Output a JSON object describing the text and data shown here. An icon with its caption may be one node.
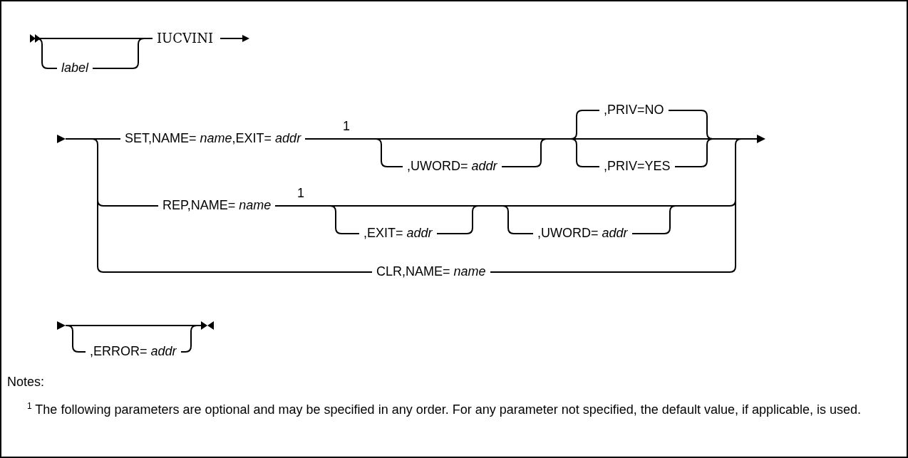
{
  "diagram": {
    "labels": [
      "IUCVINI",
      "label",
      ",PRIV=NO",
      "SET,NAME= *name*,EXIT= *addr*",
      "1",
      ",UWORD= *addr*",
      ",PRIV=YES",
      "REP,NAME= *name*",
      "1",
      ",EXIT= *addr*",
      ",UWORD= *addr*",
      "CLR,NAME= *name*",
      ",ERROR= *addr*",
      "Notes:",
      "$^{1}$ The following parameters are optional and may be specified in any order. For any parameter not specified, the default value, if applicable, is used."
    ]
  }
}
